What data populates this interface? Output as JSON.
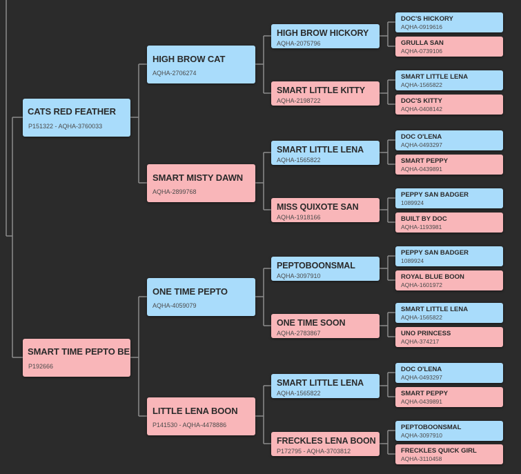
{
  "colors": {
    "background": "#2b2b2b",
    "male": "#a9dcfb",
    "female": "#f9b6b9",
    "connector": "#8c8c8c"
  },
  "pedigree": {
    "sire": {
      "name": "CATS RED FEATHER",
      "reg": "P151322 - AQHA-3760033",
      "sex": "m",
      "sire": {
        "name": "HIGH BROW CAT",
        "reg": "AQHA-2706274",
        "sex": "m",
        "sire": {
          "name": "HIGH BROW HICKORY",
          "reg": "AQHA-2075796",
          "sex": "m",
          "sire": {
            "name": "DOC'S HICKORY",
            "reg": "AQHA-0919616",
            "sex": "m"
          },
          "dam": {
            "name": "GRULLA SAN",
            "reg": "AQHA-0739106",
            "sex": "f"
          }
        },
        "dam": {
          "name": "SMART LITTLE KITTY",
          "reg": "AQHA-2198722",
          "sex": "f",
          "sire": {
            "name": "SMART LITTLE LENA",
            "reg": "AQHA-1565822",
            "sex": "m"
          },
          "dam": {
            "name": "DOC'S KITTY",
            "reg": "AQHA-0408142",
            "sex": "f"
          }
        }
      },
      "dam": {
        "name": "SMART MISTY DAWN",
        "reg": "AQHA-2899768",
        "sex": "f",
        "sire": {
          "name": "SMART LITTLE LENA",
          "reg": "AQHA-1565822",
          "sex": "m",
          "sire": {
            "name": "DOC O'LENA",
            "reg": "AQHA-0493297",
            "sex": "m"
          },
          "dam": {
            "name": "SMART PEPPY",
            "reg": "AQHA-0439891",
            "sex": "f"
          }
        },
        "dam": {
          "name": "MISS QUIXOTE SAN",
          "reg": "AQHA-1918166",
          "sex": "f",
          "sire": {
            "name": "PEPPY SAN BADGER",
            "reg": "1089924",
            "sex": "m"
          },
          "dam": {
            "name": "BUILT BY DOC",
            "reg": "AQHA-1193981",
            "sex": "f"
          }
        }
      }
    },
    "dam": {
      "name": "SMART TIME PEPTO BEE",
      "reg": "P192666",
      "sex": "f",
      "sire": {
        "name": "ONE TIME PEPTO",
        "reg": "AQHA-4059079",
        "sex": "m",
        "sire": {
          "name": "PEPTOBOONSMAL",
          "reg": "AQHA-3097910",
          "sex": "m",
          "sire": {
            "name": "PEPPY SAN BADGER",
            "reg": "1089924",
            "sex": "m"
          },
          "dam": {
            "name": "ROYAL BLUE BOON",
            "reg": "AQHA-1601972",
            "sex": "f"
          }
        },
        "dam": {
          "name": "ONE TIME SOON",
          "reg": "AQHA-2783867",
          "sex": "f",
          "sire": {
            "name": "SMART LITTLE LENA",
            "reg": "AQHA-1565822",
            "sex": "m"
          },
          "dam": {
            "name": "UNO PRINCESS",
            "reg": "AQHA-374217",
            "sex": "f"
          }
        }
      },
      "dam": {
        "name": "LITTLE LENA BOON",
        "reg": "P141530 - AQHA-4478886",
        "sex": "f",
        "sire": {
          "name": "SMART LITTLE LENA",
          "reg": "AQHA-1565822",
          "sex": "m",
          "sire": {
            "name": "DOC O'LENA",
            "reg": "AQHA-0493297",
            "sex": "m"
          },
          "dam": {
            "name": "SMART PEPPY",
            "reg": "AQHA-0439891",
            "sex": "f"
          }
        },
        "dam": {
          "name": "FRECKLES LENA BOON",
          "reg": "P172795 - AQHA-3703812",
          "sex": "f",
          "sire": {
            "name": "PEPTOBOONSMAL",
            "reg": "AQHA-3097910",
            "sex": "m"
          },
          "dam": {
            "name": "FRECKLES QUICK GIRL",
            "reg": "AQHA-3110458",
            "sex": "f"
          }
        }
      }
    }
  }
}
